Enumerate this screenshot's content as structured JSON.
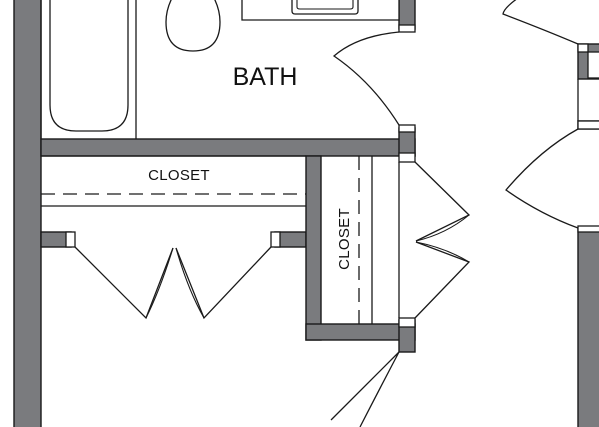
{
  "rooms": {
    "bath": {
      "label": "BATH"
    },
    "closet_hall": {
      "label": "CLOSET"
    },
    "closet_linen": {
      "label": "CLOSET"
    }
  },
  "colors": {
    "wall_fill": "#7a7b7e",
    "line": "#1a1a1a",
    "background": "#ffffff"
  }
}
